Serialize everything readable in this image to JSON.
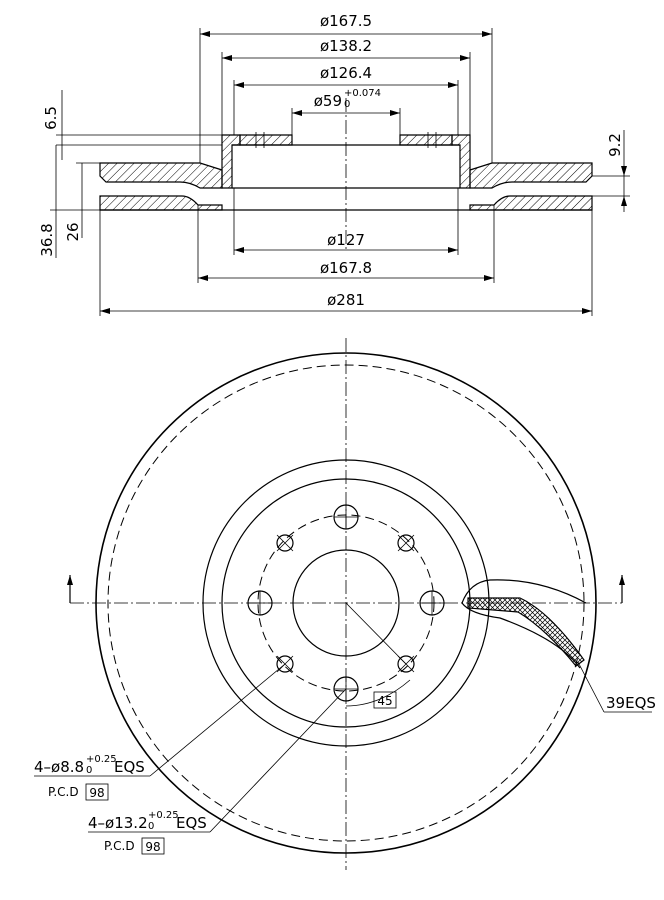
{
  "top_view": {
    "d1": "ø167.5",
    "d2": "ø138.2",
    "d3": "ø126.4",
    "d4_main": "ø59",
    "d4_tol_upper": "+0.074",
    "d4_tol_lower": "0",
    "d5": "ø127",
    "d6": "ø167.8",
    "d7": "ø281",
    "h1": "6.5",
    "h2": "9.2",
    "h3": "36.8",
    "h4": "26"
  },
  "front_view": {
    "angle": "45",
    "vane_count": "39EQS",
    "holes_small": {
      "prefix": "4–ø8.8",
      "tol_upper": "+0.25",
      "tol_lower": "0",
      "suffix": "EQS",
      "pcd_label": "P.C.D",
      "pcd_value": "98"
    },
    "holes_large": {
      "prefix": "4–ø13.2",
      "tol_upper": "+0.25",
      "tol_lower": "0",
      "suffix": "EQS",
      "pcd_label": "P.C.D",
      "pcd_value": "98"
    }
  }
}
